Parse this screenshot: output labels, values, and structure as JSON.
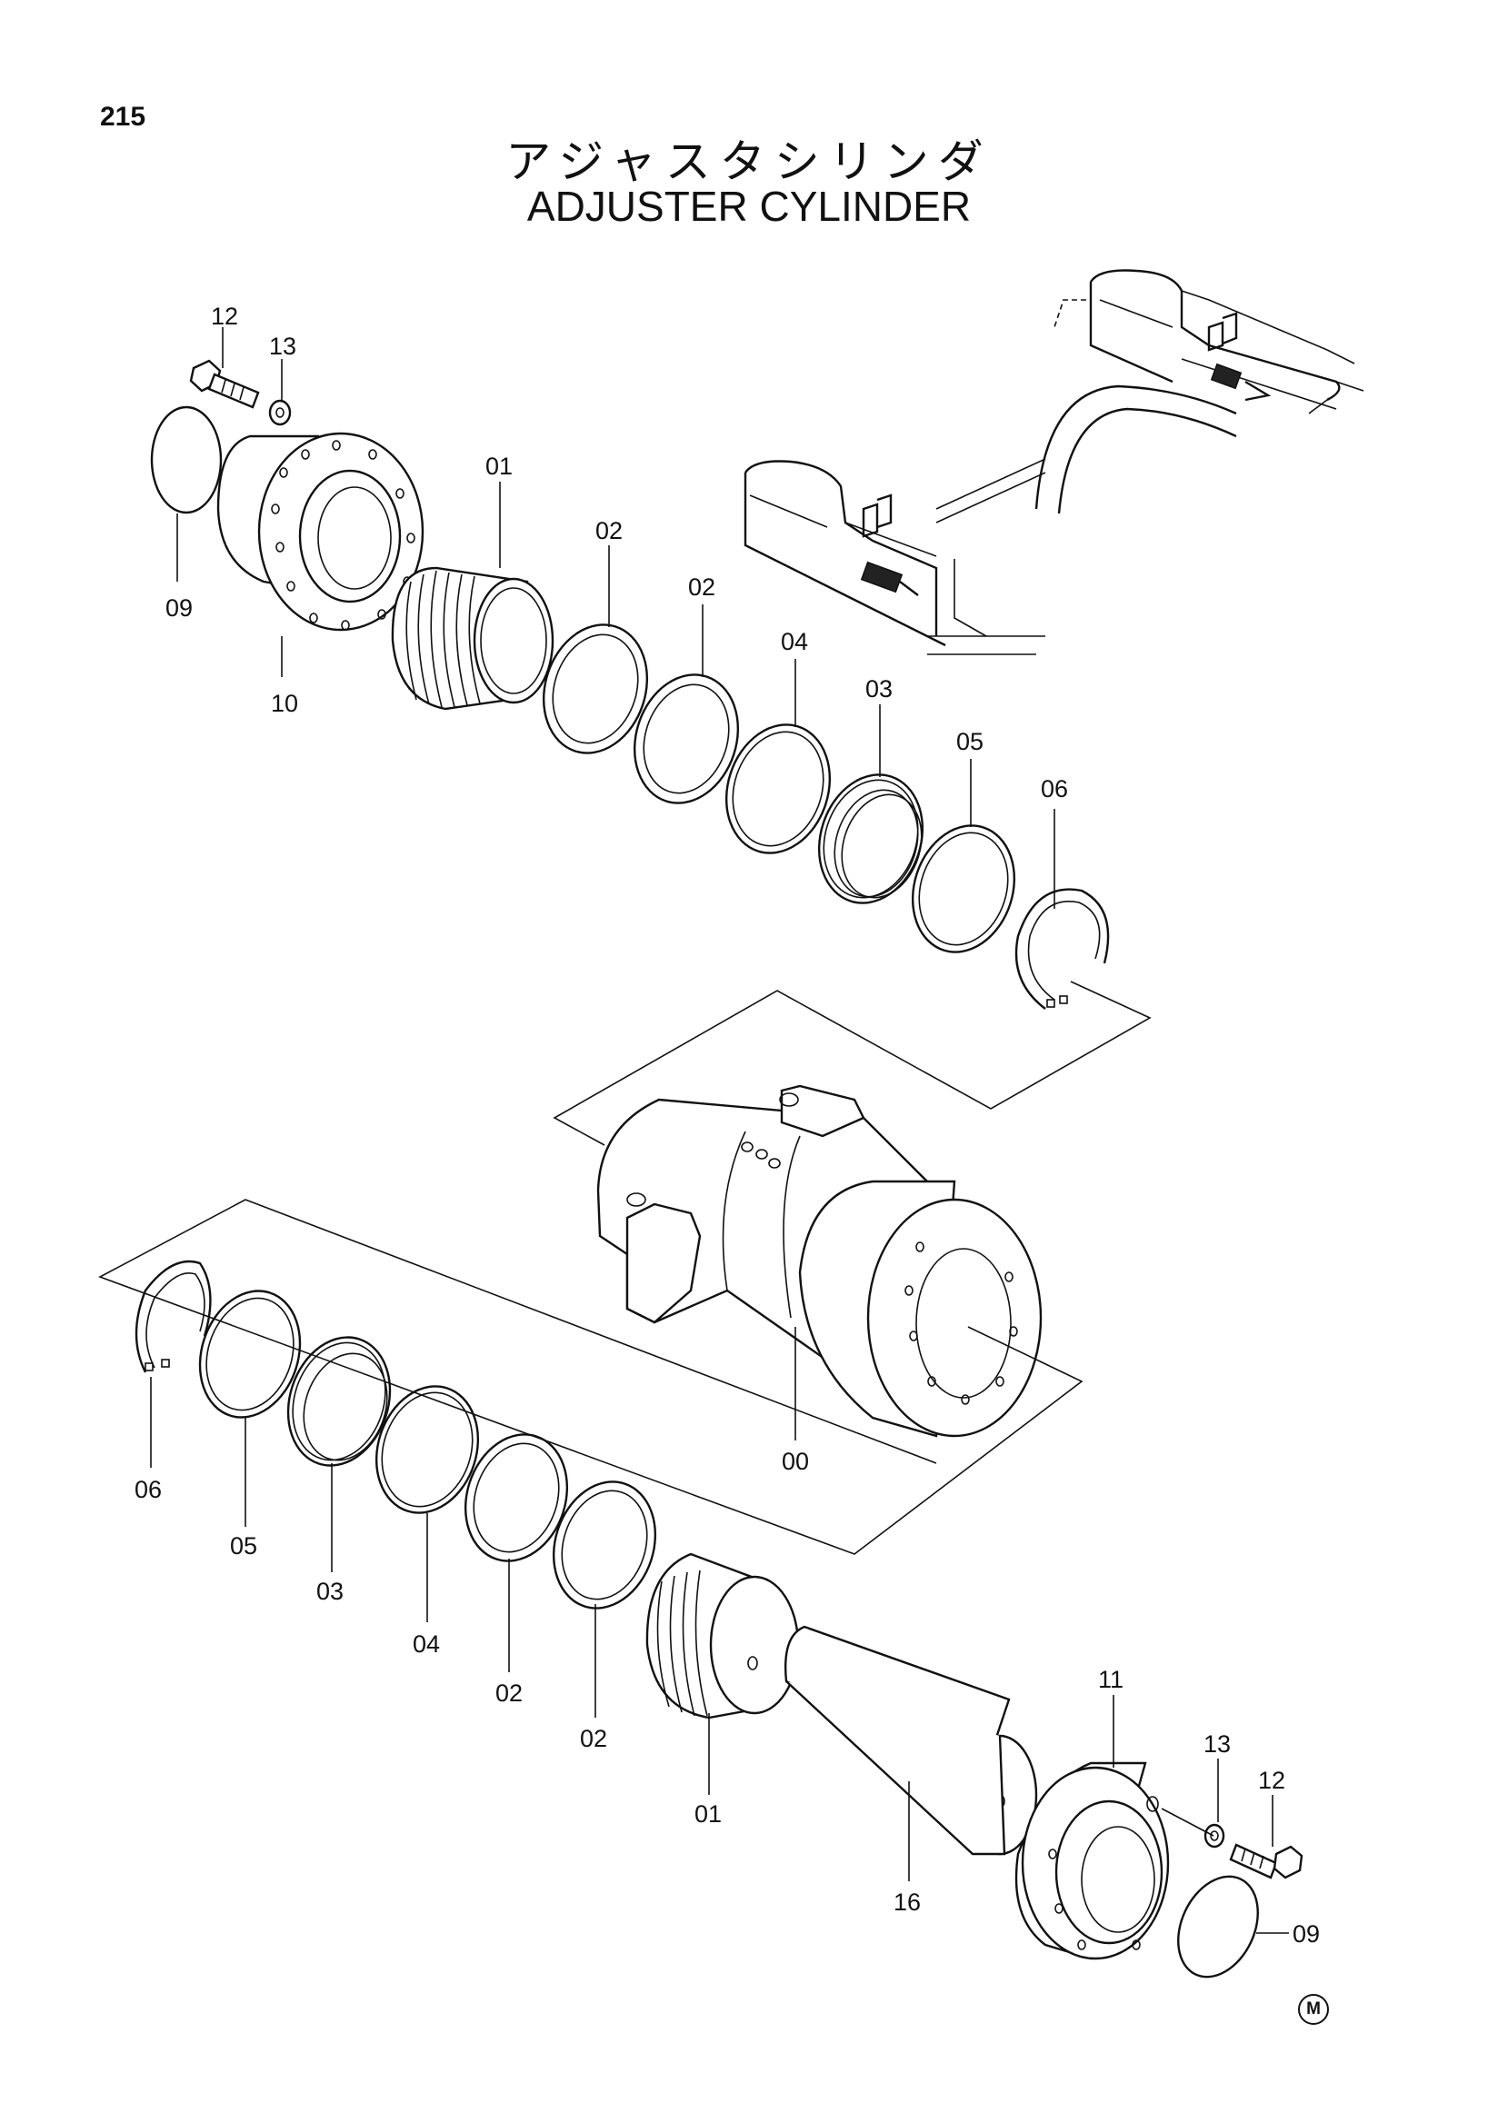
{
  "header": {
    "page_number": "215",
    "title_jp": "アジャスタシリンダ",
    "title_en": "ADJUSTER CYLINDER"
  },
  "footer": {
    "mark": "M"
  },
  "callouts": [
    {
      "id": "c-12-top",
      "label": "12"
    },
    {
      "id": "c-13-top",
      "label": "13"
    },
    {
      "id": "c-09-top",
      "label": "09"
    },
    {
      "id": "c-10",
      "label": "10"
    },
    {
      "id": "c-01-top",
      "label": "01"
    },
    {
      "id": "c-02-top-a",
      "label": "02"
    },
    {
      "id": "c-02-top-b",
      "label": "02"
    },
    {
      "id": "c-04-top",
      "label": "04"
    },
    {
      "id": "c-03-top",
      "label": "03"
    },
    {
      "id": "c-05-top",
      "label": "05"
    },
    {
      "id": "c-06-top",
      "label": "06"
    },
    {
      "id": "c-00",
      "label": "00"
    },
    {
      "id": "c-06-bot",
      "label": "06"
    },
    {
      "id": "c-05-bot",
      "label": "05"
    },
    {
      "id": "c-03-bot",
      "label": "03"
    },
    {
      "id": "c-04-bot",
      "label": "04"
    },
    {
      "id": "c-02-bot-a",
      "label": "02"
    },
    {
      "id": "c-02-bot-b",
      "label": "02"
    },
    {
      "id": "c-01-bot",
      "label": "01"
    },
    {
      "id": "c-16",
      "label": "16"
    },
    {
      "id": "c-11",
      "label": "11"
    },
    {
      "id": "c-13-bot",
      "label": "13"
    },
    {
      "id": "c-12-bot",
      "label": "12"
    },
    {
      "id": "c-09-bot",
      "label": "09"
    }
  ]
}
